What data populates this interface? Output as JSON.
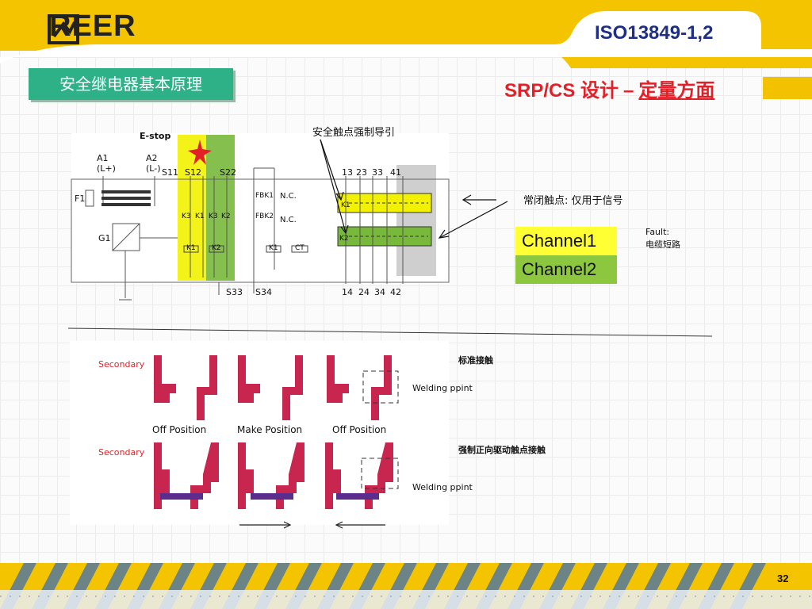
{
  "header": {
    "brand": "REER",
    "standard": "ISO13849-1,2"
  },
  "section_badge": "安全继电器基本原理",
  "heading": {
    "prefix": "SRP/CS 设计",
    "separator": "–",
    "underlined": "定量方面"
  },
  "circuit": {
    "estop_label": "E-stop",
    "terminals_top": [
      "A1",
      "A2",
      "S11",
      "S12",
      "S22"
    ],
    "supply_labels": [
      "(L+)",
      "(L-)"
    ],
    "components": [
      "F1",
      "G1",
      "K3",
      "K1",
      "K3",
      "K2",
      "K1",
      "K2",
      "FBK1",
      "FBK2",
      "N.C.",
      "N.C.",
      "K1",
      "CT"
    ],
    "terminals_bottom": [
      "S33",
      "S34"
    ],
    "output_terminals_top": [
      "13",
      "23",
      "33",
      "41"
    ],
    "output_terminals_bottom": [
      "14",
      "24",
      "34",
      "42"
    ],
    "relay_k1": "K1",
    "relay_k2": "K2"
  },
  "annotations": {
    "forced_guided": "安全触点强制导引",
    "nc_contact": "常闭触点: 仅用于信号",
    "fault_title": "Fault:",
    "fault_desc": "电缆短路"
  },
  "channels": [
    "Channel1",
    "Channel2"
  ],
  "contacts": {
    "row1_side_label": "Secondary",
    "row2_side_label": "Secondary",
    "standard_title": "标准接触",
    "forced_title": "强制正向驱动触点接触",
    "welding_1": "Welding ppint",
    "welding_2": "Welding ppint",
    "positions": [
      "Off Position",
      "Make Position",
      "Off Position"
    ]
  },
  "colors": {
    "accent_green": "#2fb187",
    "heading_red": "#e32028",
    "channel1_yellow": "#ffff33",
    "channel2_green": "#8dc63f",
    "contact_crimson": "#c8254f",
    "bridge_purple": "#5b2d8e",
    "standard_blue": "#1e2f85"
  },
  "page_number": "32"
}
